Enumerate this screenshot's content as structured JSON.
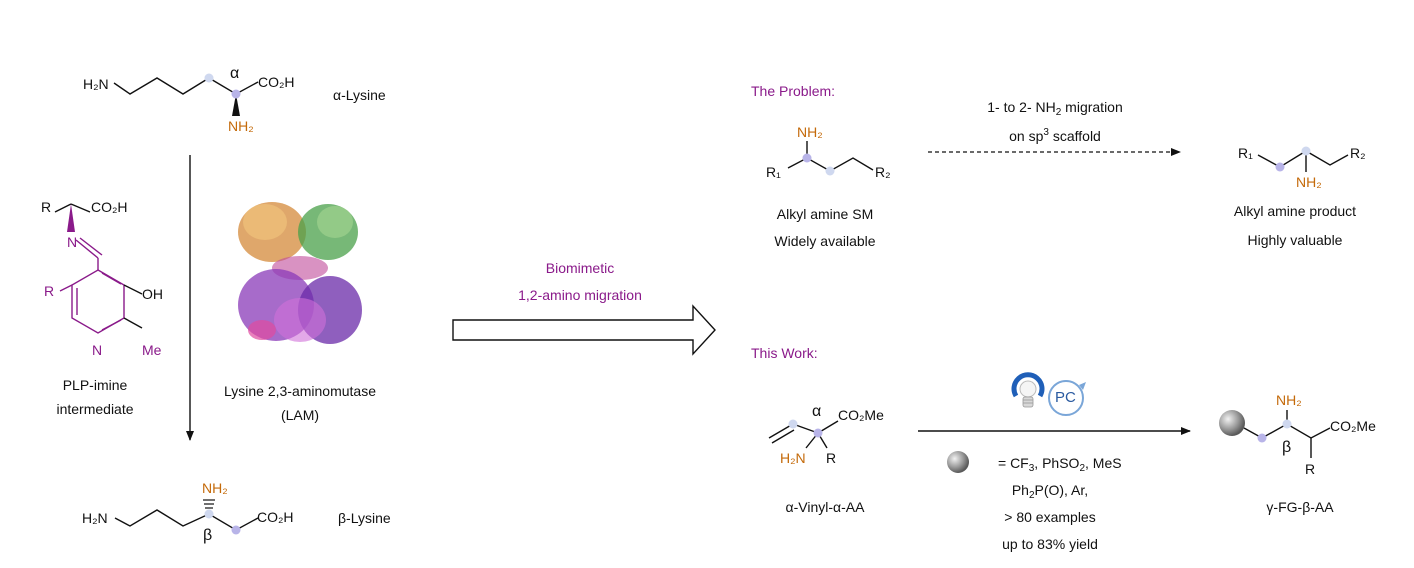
{
  "colors": {
    "purple": "#8a1a8a",
    "orange": "#c46a0a",
    "node": "#b8b4e8",
    "node_light": "#cfd8ef",
    "arrow": "#111111"
  },
  "left": {
    "alpha_lysine": {
      "label": "α-Lysine",
      "h2n": "H₂N",
      "alpha": "α",
      "co2h": "CO₂H",
      "nh2": "NH₂"
    },
    "plp": {
      "r_top": "R",
      "co2h": "CO₂H",
      "n_imine": "N",
      "r_ring": "R",
      "oh": "OH",
      "n_ring": "N",
      "me": "Me",
      "label_line1": "PLP-imine",
      "label_line2": "intermediate"
    },
    "lam": {
      "label_line1": "Lysine 2,3-aminomutase",
      "label_line2": "(LAM)"
    },
    "beta_lysine": {
      "label": "β-Lysine",
      "h2n": "H₂N",
      "nh2": "NH₂",
      "beta": "β",
      "co2h": "CO₂H"
    }
  },
  "middle": {
    "line1": "Biomimetic",
    "line2": "1,2-amino migration"
  },
  "problem": {
    "title": "The Problem:",
    "sm": {
      "nh2": "NH₂",
      "r1": "R₁",
      "r2": "R₂",
      "label_line1": "Alkyl amine SM",
      "label_line2": "Widely available"
    },
    "arrow_line1": "1- to 2- NH₂ migration",
    "arrow_line2": "on sp³ scaffold",
    "product": {
      "r1": "R₁",
      "r2": "R₂",
      "nh2": "NH₂",
      "label_line1": "Alkyl amine product",
      "label_line2": "Highly valuable"
    }
  },
  "work": {
    "title": "This Work:",
    "sm": {
      "alpha": "α",
      "co2me": "CO₂Me",
      "h2n": "H₂N",
      "r": "R",
      "label": "α-Vinyl-α-AA"
    },
    "pc": "PC",
    "conditions": {
      "fg_line": "= CF₃, PhSO₂, MeS",
      "line2": "Ph₂P(O), Ar,",
      "line3": "> 80 examples",
      "line4": "up to 83% yield"
    },
    "product": {
      "nh2": "NH₂",
      "beta": "β",
      "co2me": "CO₂Me",
      "r": "R",
      "label": "γ-FG-β-AA"
    }
  }
}
